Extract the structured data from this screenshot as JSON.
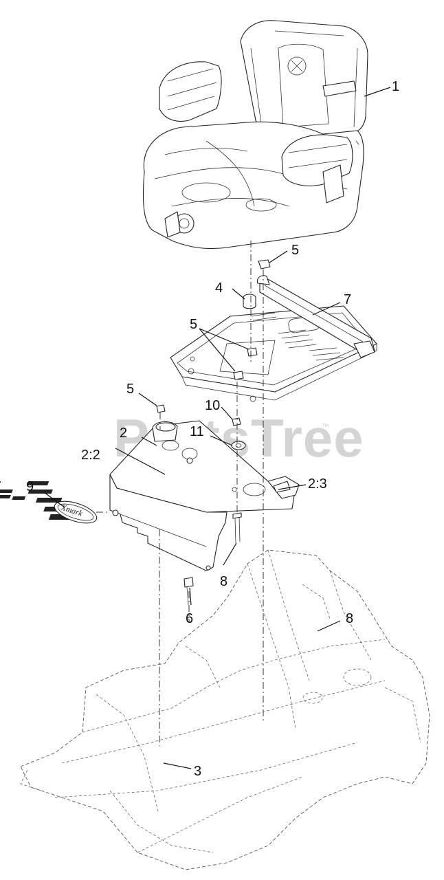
{
  "watermark": {
    "text": "PartsTree",
    "mark": "™"
  },
  "logo": {
    "text": "Xmark"
  },
  "callouts": [
    {
      "id": "c1",
      "label": "1"
    },
    {
      "id": "c5a",
      "label": "5"
    },
    {
      "id": "c4",
      "label": "4"
    },
    {
      "id": "c7",
      "label": "7"
    },
    {
      "id": "c5b",
      "label": "5"
    },
    {
      "id": "c5c",
      "label": "5"
    },
    {
      "id": "c10",
      "label": "10"
    },
    {
      "id": "c2",
      "label": "2"
    },
    {
      "id": "c11",
      "label": "11"
    },
    {
      "id": "c22",
      "label": "2:2"
    },
    {
      "id": "c23",
      "label": "2:3"
    },
    {
      "id": "c9",
      "label": "9"
    },
    {
      "id": "c8a",
      "label": "8"
    },
    {
      "id": "c6",
      "label": "6"
    },
    {
      "id": "c8b",
      "label": "8"
    },
    {
      "id": "c3",
      "label": "3"
    }
  ]
}
